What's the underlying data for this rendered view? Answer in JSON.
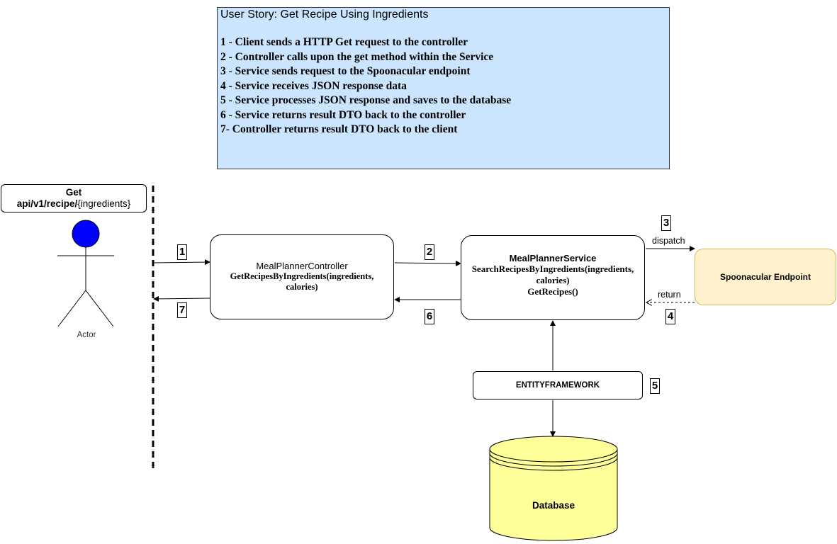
{
  "story": {
    "title": "User Story: Get Recipe Using Ingredients",
    "steps": [
      "1 - Client sends a HTTP Get request to the controller",
      "2 - Controller calls upon the get method within the Service",
      "3 - Service sends request to the Spoonacular endpoint",
      "4 - Service receives JSON response data",
      "5 - Service processes JSON response and saves to the database",
      "6 - Service returns result DTO back to the controller",
      "7- Controller returns result DTO back to the client"
    ]
  },
  "endpoint": {
    "method": "Get",
    "path": "api/v1/recipe/",
    "param": "{ingredients}"
  },
  "actor": {
    "label": "Actor"
  },
  "controller": {
    "name": "MealPlannerController",
    "method_line1": "GetRecipesByIngredients(ingredients,",
    "method_line2": "calories)"
  },
  "service": {
    "name": "MealPlannerService",
    "method_line1": "SearchRecipesByIngredients(ingredients,",
    "method_line2": "calories)",
    "method_line3": "GetRecipes()"
  },
  "spoonacular": {
    "label": "Spoonacular Endpoint"
  },
  "entity_framework": {
    "label": "ENTITYFRAMEWORK"
  },
  "database": {
    "label": "Database"
  },
  "edges": {
    "dispatch": "dispatch",
    "return": "return"
  },
  "steps_markers": [
    "1",
    "2",
    "3",
    "4",
    "5",
    "6",
    "7"
  ],
  "colors": {
    "note_fill": "#cce5ff",
    "actor_head": "#0000ff",
    "endpoint_fill": "#fff2cc",
    "endpoint_stroke": "#d6b656",
    "database_fill": "#ffff99"
  }
}
